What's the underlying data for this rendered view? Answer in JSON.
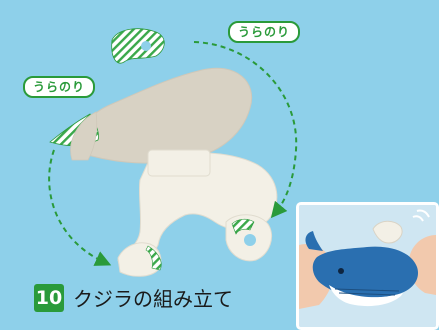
{
  "badges": {
    "right": "うらのり",
    "left": "うらのり"
  },
  "step": {
    "number": "10",
    "title": "クジラの組み立て"
  },
  "colors": {
    "background": "#8ed0ea",
    "accent_green": "#2a9a3a",
    "whale_grey": "#d8d2c4",
    "paper_cream": "#f3f0e6"
  }
}
